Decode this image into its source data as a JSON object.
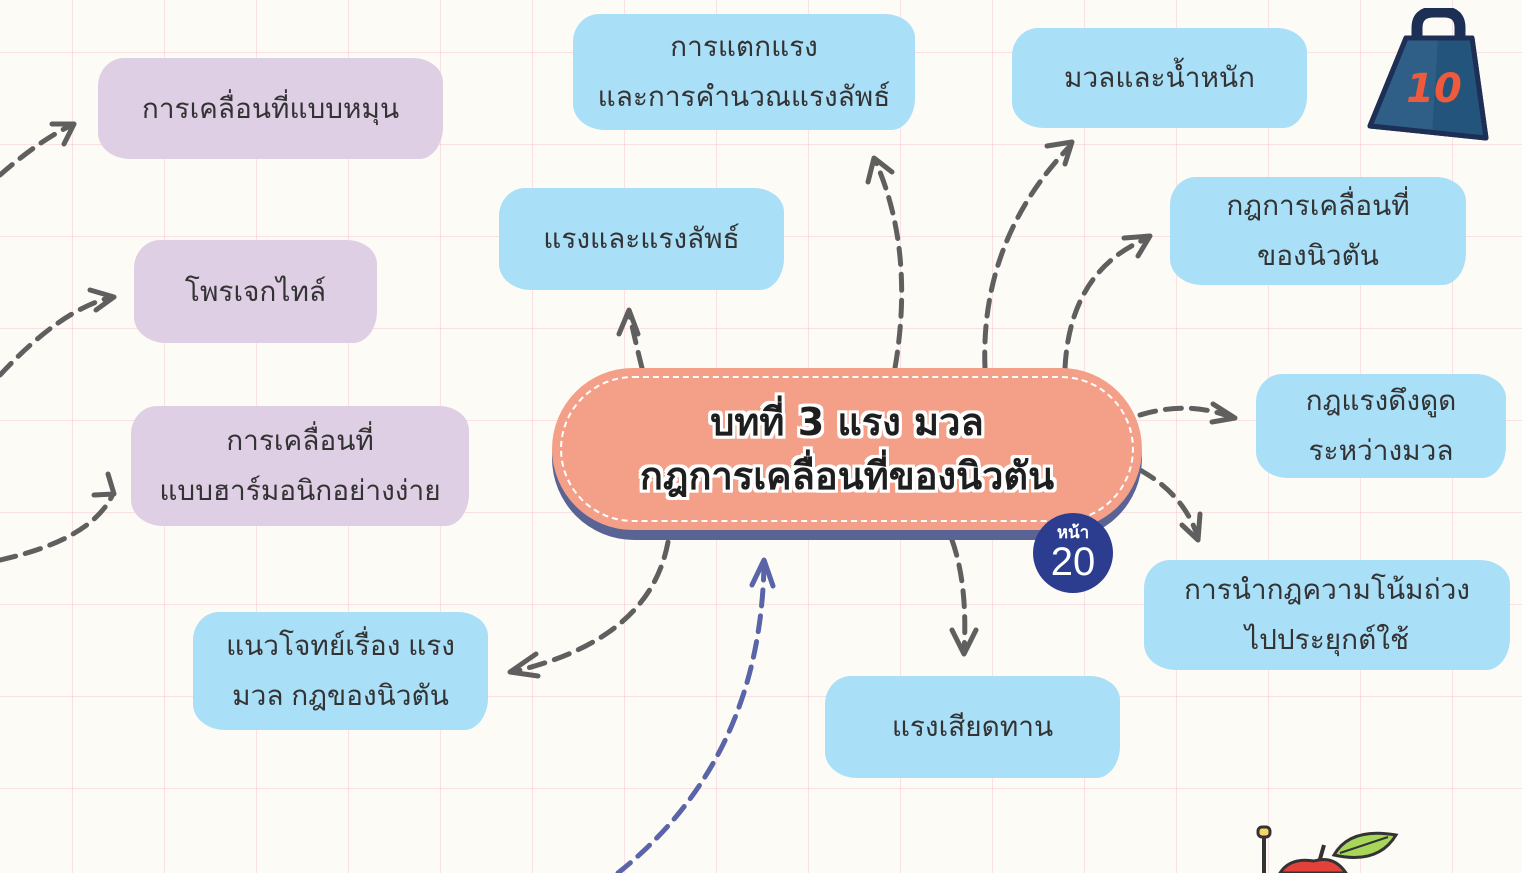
{
  "center": {
    "line1": "บทที่ 3 แรง มวล",
    "line2": "กฎการเคลื่อนที่ของนิวตัน",
    "page_label": "หน้า",
    "page_number": "20"
  },
  "weight_icon": {
    "name": "kettlebell-weight-icon",
    "label": "10"
  },
  "topics": {
    "force_resolution": {
      "line1": "การแตกแรง",
      "line2": "และการคำนวณแรงลัพธ์"
    },
    "mass_weight": {
      "line1": "มวลและน้ำหนัก"
    },
    "force_resultant": {
      "line1": "แรงและแรงลัพธ์"
    },
    "newton_laws": {
      "line1": "กฎการเคลื่อนที่",
      "line2": "ของนิวตัน"
    },
    "gravitation": {
      "line1": "กฎแรงดึงดูด",
      "line2": "ระหว่างมวล"
    },
    "gravity_application": {
      "line1": "การนำกฎความโน้มถ่วง",
      "line2": "ไปประยุกต์ใช้"
    },
    "friction": {
      "line1": "แรงเสียดทาน"
    },
    "exercises": {
      "line1": "แนวโจทย์เรื่อง แรง",
      "line2": "มวล กฎของนิวตัน"
    },
    "shm": {
      "line1": "การเคลื่อนที่",
      "line2": "แบบฮาร์มอนิกอย่างง่าย"
    },
    "projectile": {
      "line1": "โพรเจกไทล์"
    },
    "rotation": {
      "line1": "การเคลื่อนที่แบบหมุน"
    }
  },
  "colors": {
    "bubble_blue": "#aadff8",
    "bubble_purple": "#dfcfe5",
    "center_fill": "#f4a088",
    "center_shadow": "#5a6494",
    "badge": "#2c3c8e",
    "arrow_gray": "#5f5f5f",
    "arrow_blue": "#5a64a8"
  }
}
